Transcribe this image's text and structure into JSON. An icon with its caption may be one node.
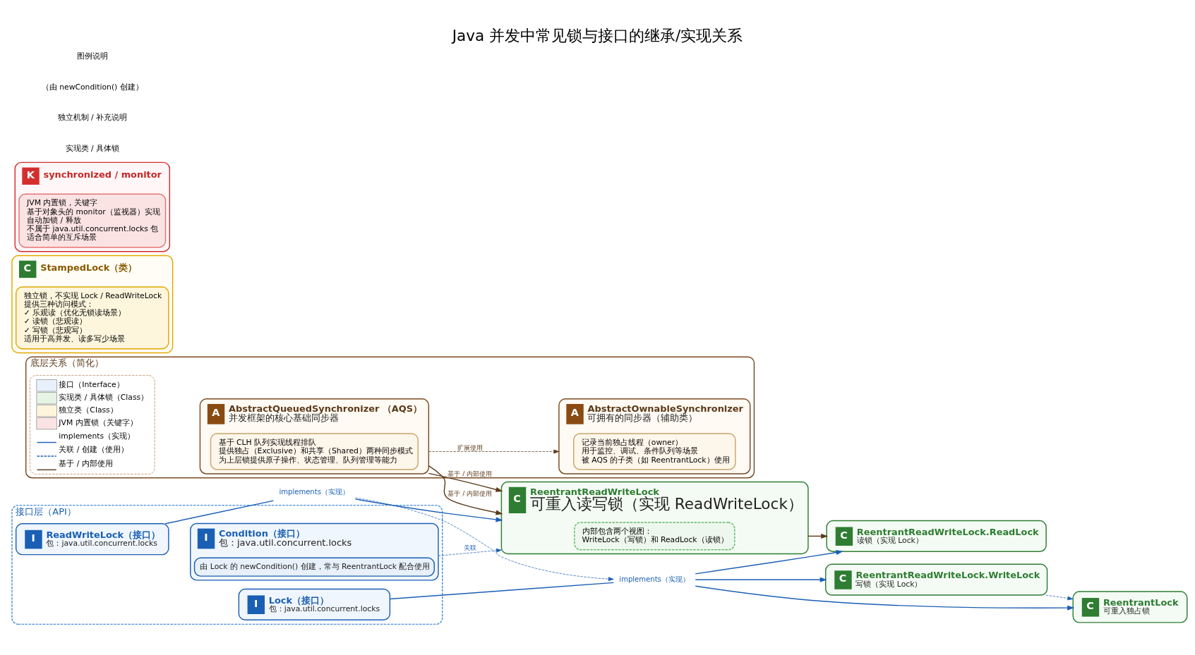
{
  "diagram": {
    "title": "Java 并发中常见锁与接口的继承/实现关系",
    "nodes": [
      {
        "text": [
          "接口层（API）"
        ]
      },
      {
        "text": [
          "I",
          "Lock（接口）",
          "包：java.util.concurrent.locks"
        ],
        "in": 0
      },
      {
        "text": [
          "I",
          "ReadWriteLock（接口）",
          "包：java.util.concurrent.locks"
        ],
        "in": 0
      },
      {
        "text": [
          "I",
          "Condition（接口）",
          "包：java.util.concurrent.locks"
        ],
        "in": 0
      },
      {
        "text": [
          "由 Lock 的 newCondition() 创建，常与 ReentrantLock 配合使用"
        ],
        "in": 3
      },
      {
        "text": [
          "C",
          "ReentrantLock",
          "可重入独占锁"
        ]
      },
      {
        "text": [
          "C",
          "ReentrantReadWriteLock.WriteLock",
          "写锁（实现 Lock）"
        ]
      },
      {
        "text": [
          "C",
          "ReentrantReadWriteLock.ReadLock",
          "读锁（实现 Lock）"
        ]
      },
      {
        "text": [
          "C",
          "ReentrantReadWriteLock",
          "可重入读写锁（实现 ReadWriteLock）"
        ]
      },
      {
        "text": [
          "内部包含两个视图：",
          "WriteLock（写锁）和 ReadLock（读锁）"
        ],
        "in": 8
      },
      {
        "text": [
          "implements（实现）"
        ]
      },
      {
        "text": [
          "implements（实现）"
        ]
      },
      {
        "text": [
          "C",
          "StampedLock（类）"
        ]
      },
      {
        "text": [
          "独立锁，不实现 Lock / ReadWriteLock",
          "提供三种访问模式：",
          "✓ 乐观读（优化无锁读场景）",
          "✓ 读锁（悲观读）",
          "✓ 写锁（悲观写）",
          "适用于高并发、读多写少场景"
        ],
        "in": 12
      },
      {
        "text": [
          "K",
          "synchronized / monitor"
        ]
      },
      {
        "text": [
          "JVM 内置锁，关键字",
          "基于对象头的 monitor（监视器）实现",
          "自动加锁 / 释放",
          "不属于 java.util.concurrent.locks 包",
          "适合简单的互斥场景"
        ],
        "in": 14
      },
      {
        "text": [
          "底层关系（简化）"
        ]
      },
      {
        "text": [
          "A",
          "AbstractQueuedSynchronizer （AQS）",
          "并发框架的核心基础同步器"
        ],
        "in": 16
      },
      {
        "text": [
          "基于 CLH 队列实现线程排队",
          "提供独占（Exclusive）和共享（Shared）两种同步模式",
          "为上层锁提供原子操作、状态管理、队列管理等能力"
        ],
        "in": 17
      },
      {
        "text": [
          "A",
          "AbstractOwnableSynchronizer",
          "可拥有的同步器（辅助类）"
        ],
        "in": 16
      },
      {
        "text": [
          "记录当前独占线程（owner）",
          "用于监控、调试、条件队列等场景",
          "被 AQS 的子类（如 ReentrantLock）使用"
        ],
        "in": 19
      }
    ],
    "edges": [
      {
        "from": 1,
        "to": 10,
        "arrow": "none"
      },
      {
        "from": 10,
        "to": 5,
        "arrow": "to"
      },
      {
        "from": 10,
        "to": 6,
        "arrow": "to"
      },
      {
        "from": 10,
        "to": 7,
        "arrow": "to"
      },
      {
        "from": 6,
        "to": 5,
        "arrow": "to",
        "style": "dashed"
      },
      {
        "from": 2,
        "to": 11,
        "arrow": "none"
      },
      {
        "from": 11,
        "to": 8,
        "arrow": "to"
      },
      {
        "from": 11,
        "to": 10,
        "arrow": "to",
        "style": "dashed"
      },
      {
        "from": 8,
        "to": 7,
        "arrow": "to",
        "color": "#5b3a1a"
      },
      {
        "from": 3,
        "to": 8,
        "arrow": "to",
        "style": "dashed",
        "label": "关联"
      },
      {
        "from": 17,
        "to": 8,
        "arrow": "to",
        "color": "#5b3a1a",
        "label": "基于 / 内部使用"
      },
      {
        "from": 17,
        "to": 8,
        "arrow": "to",
        "color": "#5b3a1a",
        "label": "基于 / 内部使用"
      },
      {
        "from": 17,
        "to": 19,
        "arrow": "to",
        "style": "dashed",
        "color": "#5b3a1a",
        "label": "扩展使用"
      }
    ],
    "labels": [
      "实现类 / 具体锁",
      "独立机制 / 补充说明",
      "（由 newCondition() 创建）",
      "图例说明"
    ],
    "legend": [
      {
        "text": "接口（Interface）",
        "color": "#e8f1fb"
      },
      {
        "text": "实现类 / 具体锁（Class）",
        "color": "#e6f4e6"
      },
      {
        "text": "独立类（Class）",
        "color": "#fdf5dc"
      },
      {
        "text": "JVM 内置锁（关键字）",
        "color": "#fbe3e3"
      },
      {
        "text": "implements（实现）"
      },
      {
        "text": "关联 / 创建（使用）"
      },
      {
        "text": "基于 / 内部使用"
      }
    ]
  }
}
